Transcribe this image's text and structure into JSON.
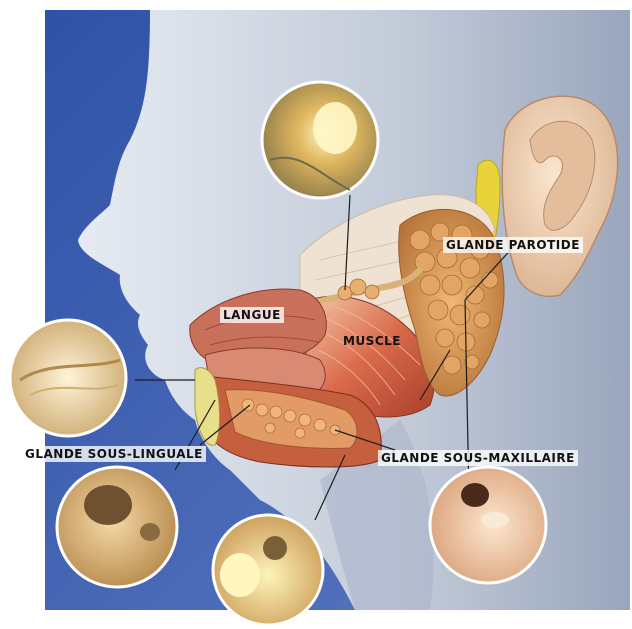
{
  "labels": {
    "parotid": "GLANDE PAROTIDE",
    "tongue": "LANGUE",
    "muscle": "MUSCLE",
    "sublingual": "GLANDE SOUS-LINGUALE",
    "submandibular": "GLANDE SOUS-MAXILLAIRE"
  },
  "colors": {
    "background_panel": "#3f5fa8",
    "face": "#c9d2e0",
    "gland": "#d89a55",
    "muscle": "#c95a3c",
    "ear": "#f1d4b6",
    "tongue": "#c86f5a"
  }
}
